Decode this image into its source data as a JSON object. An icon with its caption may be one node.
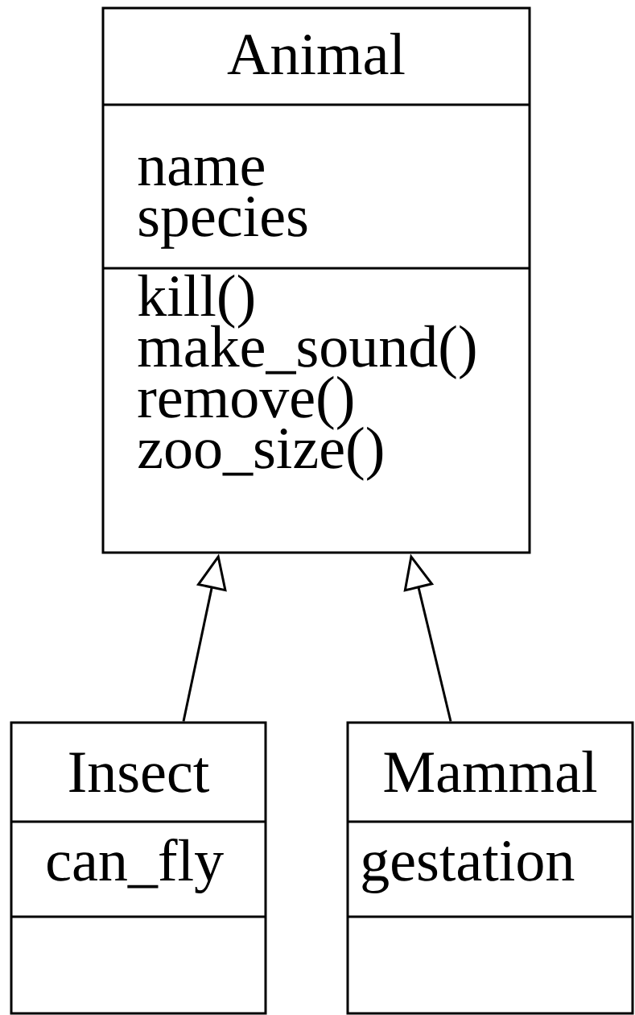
{
  "diagram": {
    "nodes": [
      {
        "text": [
          "Animal",
          "name",
          "species",
          "kill()",
          "make_sound()",
          "remove()",
          "zoo_size()"
        ]
      },
      {
        "text": [
          "Insect",
          "can_fly"
        ]
      },
      {
        "text": [
          "Mammal",
          "gestation"
        ]
      }
    ],
    "edges": [
      {
        "from": 1,
        "to": 0,
        "arrow": "to"
      },
      {
        "from": 2,
        "to": 0,
        "arrow": "to"
      }
    ]
  }
}
